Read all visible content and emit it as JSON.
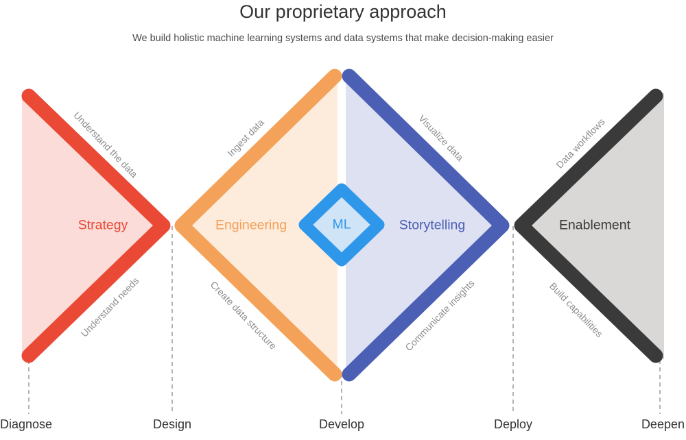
{
  "header": {
    "title": "Our proprietary approach",
    "subtitle": "We build holistic machine learning systems and data systems that make decision-making easier"
  },
  "stages": {
    "strategy": {
      "label": "Strategy",
      "color": "#e94935",
      "fill": "#fbdcd8"
    },
    "engineering": {
      "label": "Engineering",
      "color": "#f4a259",
      "fill": "#fdebdc"
    },
    "ml": {
      "label": "ML",
      "color": "#2f97ea",
      "fill": "#cfe4f7"
    },
    "storytelling": {
      "label": "Storytelling",
      "color": "#4b5fb4",
      "fill": "#dde1f2"
    },
    "enablement": {
      "label": "Enablement",
      "color": "#3a3a3a",
      "fill": "#dad7d7"
    }
  },
  "steps": {
    "understand_data": "Understand the data",
    "understand_needs": "Understand needs",
    "ingest_data": "Ingest data",
    "create_structure": "Create data structure",
    "visualize_data": "Visualize data",
    "communicate_insights": "Communicate insights",
    "data_workflows": "Data workflows",
    "build_capabilities": "Build capabilities"
  },
  "phases": {
    "diagnose": "Diagnose",
    "design": "Design",
    "develop": "Develop",
    "deploy": "Deploy",
    "deepen": "Deepen"
  }
}
